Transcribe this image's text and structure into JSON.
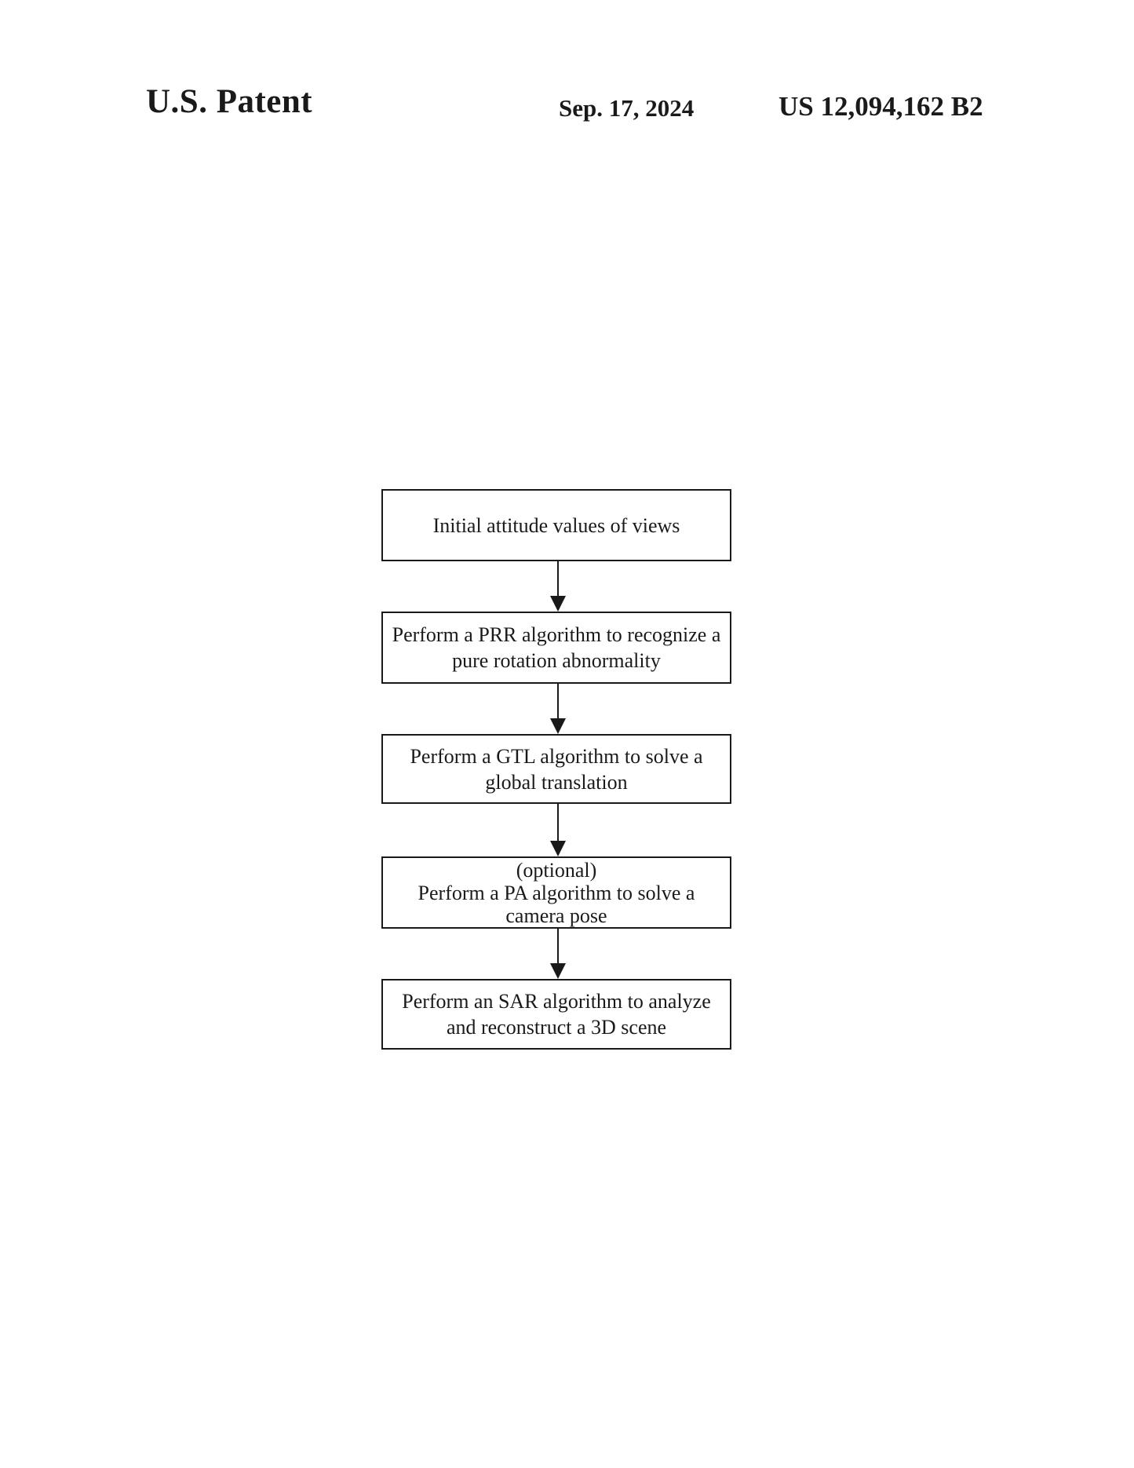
{
  "header": {
    "title": "U.S. Patent",
    "date": "Sep. 17, 2024",
    "patent_number": "US 12,094,162 B2"
  },
  "flowchart": {
    "steps": [
      {
        "lines": [
          "Initial attitude values of views"
        ]
      },
      {
        "lines": [
          "Perform a PRR algorithm to recognize a",
          "pure rotation abnormality"
        ]
      },
      {
        "lines": [
          "Perform a GTL algorithm to solve a",
          "global translation"
        ]
      },
      {
        "lines": [
          "(optional)",
          "Perform a PA algorithm to solve a",
          "camera pose"
        ]
      },
      {
        "lines": [
          "Perform an SAR algorithm to analyze",
          "and reconstruct a 3D scene"
        ]
      }
    ]
  },
  "colors": {
    "ink": "#1a1a1a",
    "background": "#ffffff"
  }
}
